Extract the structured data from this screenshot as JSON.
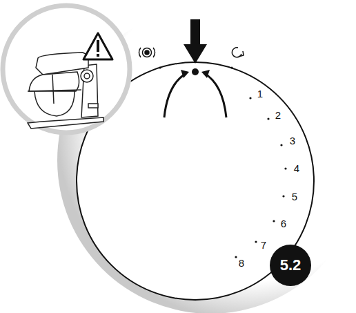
{
  "diagram": {
    "nodes": [
      {
        "text": [
          "5.2"
        ]
      }
    ],
    "labels": [
      "1",
      "2",
      "3",
      "4",
      "5",
      "6",
      "7",
      "8"
    ]
  }
}
